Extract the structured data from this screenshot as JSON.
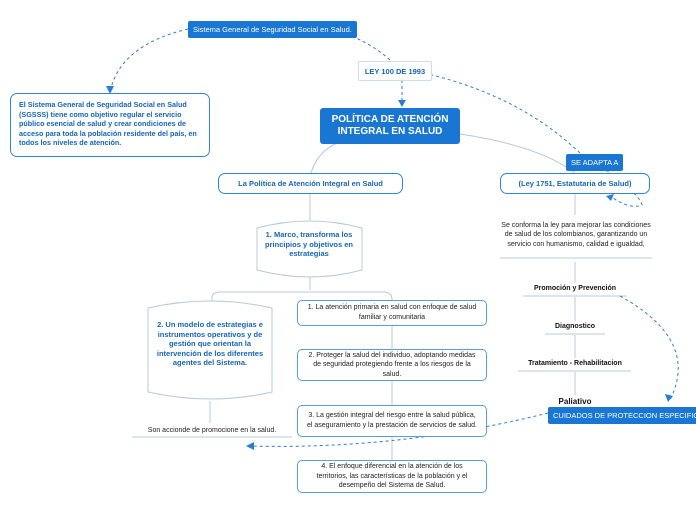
{
  "header": {
    "sgss_banner": "Sistema General de Seguridad Social en Salud.",
    "ley_100": "LEY 100 DE 1993",
    "central_title": "POLÍTICA DE ATENCIÓN INTEGRAL EN SALUD",
    "sgss_description": "El Sistema General de Seguridad Social en Salud (SGSSS) tiene como objetivo regular el servicio público esencial de salud y crear condiciones de acceso para toda la población residente del país, en todos los niveles de atención.",
    "se_adapta": "SE ADAPTA A"
  },
  "left_branch": {
    "title": "La Política de Atención Integral en Salud",
    "marco": "1. Marco, transforma los principios y objetivos en estrategias",
    "modelo": "2. Un modelo de estrategias e instrumentos operativos y de gestión que orientan la intervención de los diferentes agentes del Sistema.",
    "promocion_note": "Son accionde de promocione en la salud.",
    "steps": [
      "1. La atención primaria en salud con enfoque de salud familiar y comunitaria",
      "2. Proteger la salud del individuo, adoptando medidas de seguridad protegiendo frente a los riesgos de la salud.",
      "3. La gestión integral del riesgo entre  la salud pública, el aseguramiento y la prestación de servicios de salud.",
      "4. El enfoque diferencial en la atención de los territorios, las características de la población y el desempeño del Sistema de Salud."
    ]
  },
  "right_branch": {
    "title": "(Ley 1751, Estatutaria de Salud)",
    "description": "Se conforma la ley para mejorar las condiciones de salud de los colombianos, garantizando un servicio con humanismo, calidad e igualdad,",
    "items": [
      "Promoción y Prevención",
      "Diagnostico",
      "Tratamiento - Rehabilitacion",
      "Paliativo"
    ],
    "cuidados": "CUIDADOS DE PROTECCION ESPECIFICA"
  },
  "colors": {
    "accent": "#1976d2",
    "text_blue": "#1665b4",
    "connector": "#b8c8d8",
    "dashed": "#2a7fd4"
  }
}
